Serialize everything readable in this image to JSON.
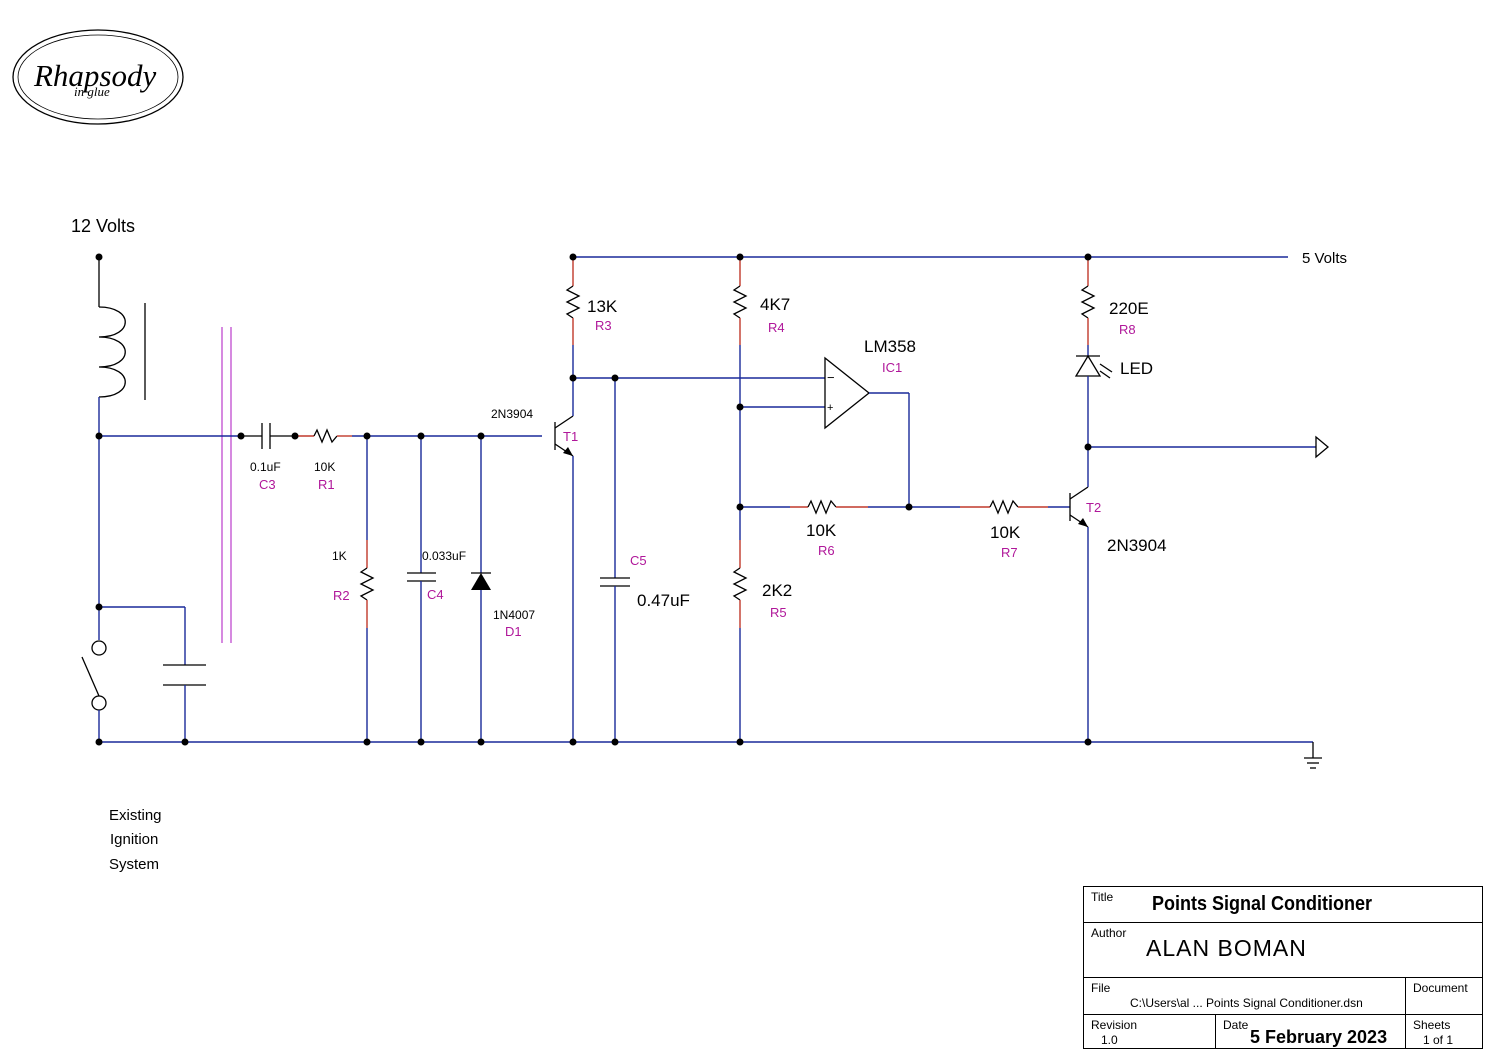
{
  "logo": {
    "main": "Rhapsody",
    "sub": "in glue"
  },
  "supply": {
    "input_label": "12 Volts",
    "output_label": "5 Volts"
  },
  "caption": [
    "Existing",
    "Ignition",
    "System"
  ],
  "components": {
    "c3": {
      "value": "0.1uF",
      "ref": "C3"
    },
    "r1": {
      "value": "10K",
      "ref": "R1"
    },
    "r2": {
      "value": "1K",
      "ref": "R2"
    },
    "c4": {
      "value": "0.033uF",
      "ref": "C4"
    },
    "d1": {
      "value": "1N4007",
      "ref": "D1"
    },
    "t1": {
      "value": "2N3904",
      "ref": "T1"
    },
    "r3": {
      "value": "13K",
      "ref": "R3"
    },
    "c5": {
      "value": "0.47uF",
      "ref": "C5"
    },
    "r4": {
      "value": "4K7",
      "ref": "R4"
    },
    "r5": {
      "value": "2K2",
      "ref": "R5"
    },
    "ic1": {
      "value": "LM358",
      "ref": "IC1"
    },
    "r6": {
      "value": "10K",
      "ref": "R6"
    },
    "r7": {
      "value": "10K",
      "ref": "R7"
    },
    "r8": {
      "value": "220E",
      "ref": "R8"
    },
    "led": {
      "value": "LED"
    },
    "t2": {
      "value": "2N3904",
      "ref": "T2"
    }
  },
  "opamp_pins": {
    "minus": "−",
    "plus": "+"
  },
  "title_block": {
    "title_caption": "Title",
    "title": "Points Signal Conditioner",
    "author_caption": "Author",
    "author": "ALAN BOMAN",
    "file_caption": "File",
    "file": "C:\\Users\\al ... Points Signal Conditioner.dsn",
    "document_caption": "Document",
    "revision_caption": "Revision",
    "revision": "1.0",
    "date_caption": "Date",
    "date": "5 February 2023",
    "sheets_caption": "Sheets",
    "sheets": "1 of 1"
  },
  "colors": {
    "wire": "#1a2a9a",
    "component_ref": "#b0179a",
    "lead": "#c0392b",
    "shield": "#c04ad0"
  }
}
